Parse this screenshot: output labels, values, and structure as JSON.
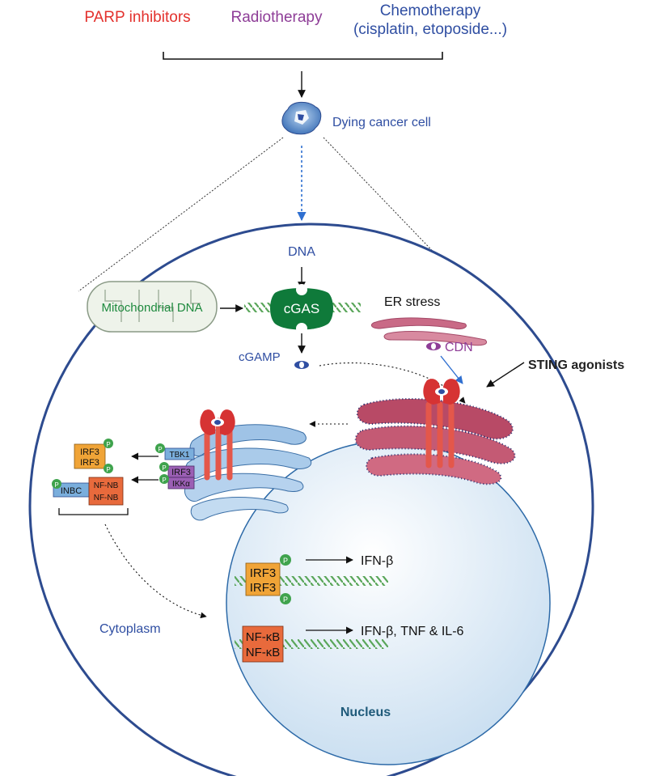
{
  "header": {
    "therapy_parp": "PARP inhibitors",
    "therapy_radio": "Radiotherapy",
    "therapy_chemo_line1": "Chemotherapy",
    "therapy_chemo_line2": "(cisplatin, etoposide...)"
  },
  "dying_cell": {
    "label": "Dying cancer cell"
  },
  "cell": {
    "dna_label": "DNA",
    "mito_label": "Mitochondrial DNA",
    "cgas_label": "cGAS",
    "cgamp_label": "cGAMP",
    "er_stress_label": "ER stress",
    "cdn_label": "CDN",
    "sting_agonists_label": "STING agonists",
    "complex": {
      "tbk1": "TBK1",
      "irf3": "IRF3",
      "ikka": "IKKα",
      "p": "P"
    },
    "products": {
      "irf3_dimer": [
        "IRF3",
        "IRF3"
      ],
      "inbc": "INBC",
      "nfnb_dimer": [
        "NF-NB",
        "NF-NB"
      ]
    },
    "cytoplasm_label": "Cytoplasm",
    "nucleus": {
      "label": "Nucleus",
      "irf3_dimer": [
        "IRF3",
        "IRF3"
      ],
      "irf3_output": "IFN-β",
      "nfkb_dimer": [
        "NF-κB",
        "NF-κB"
      ],
      "nfkb_output": "IFN-β, TNF & IL-6"
    }
  },
  "colors": {
    "parp": "#e3312d",
    "radio": "#8e3d97",
    "chemo": "#2f4ea2",
    "blue_text": "#2f4ea2",
    "green_text": "#1e8a3e",
    "cgas_green": "#0f7a3a",
    "nucleus_title": "#1f5a7a",
    "cell_border": "#2d4b8f",
    "irf3_box": "#f0a437",
    "nfkb_box": "#e86a3c",
    "tbk1_box": "#7aaedc",
    "irf3_purple": "#9b5fb4",
    "p_green": "#3fa34d"
  }
}
